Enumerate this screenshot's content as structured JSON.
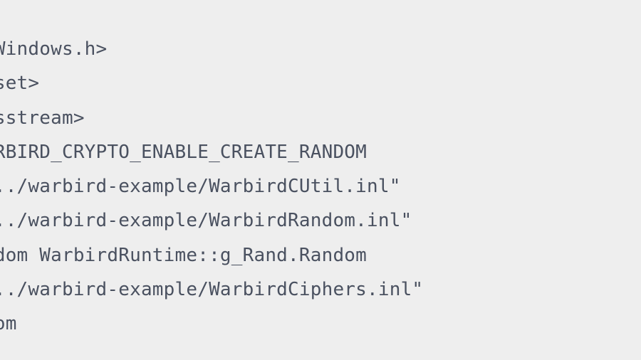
{
  "editor": {
    "lines": [
      "<Windows.h>",
      "<set>",
      "<sstream>",
      "ARBIRD_CRYPTO_ENABLE_CREATE_RANDOM",
      " ../warbird-example/WarbirdCUtil.inl\"",
      " ../warbird-example/WarbirdRandom.inl\"",
      "ndom WarbirdRuntime::g_Rand.Random",
      " ../warbird-example/WarbirdCiphers.inl\"",
      "dom"
    ],
    "colors": {
      "background": "#eeeeee",
      "text": "#4a5160"
    }
  }
}
